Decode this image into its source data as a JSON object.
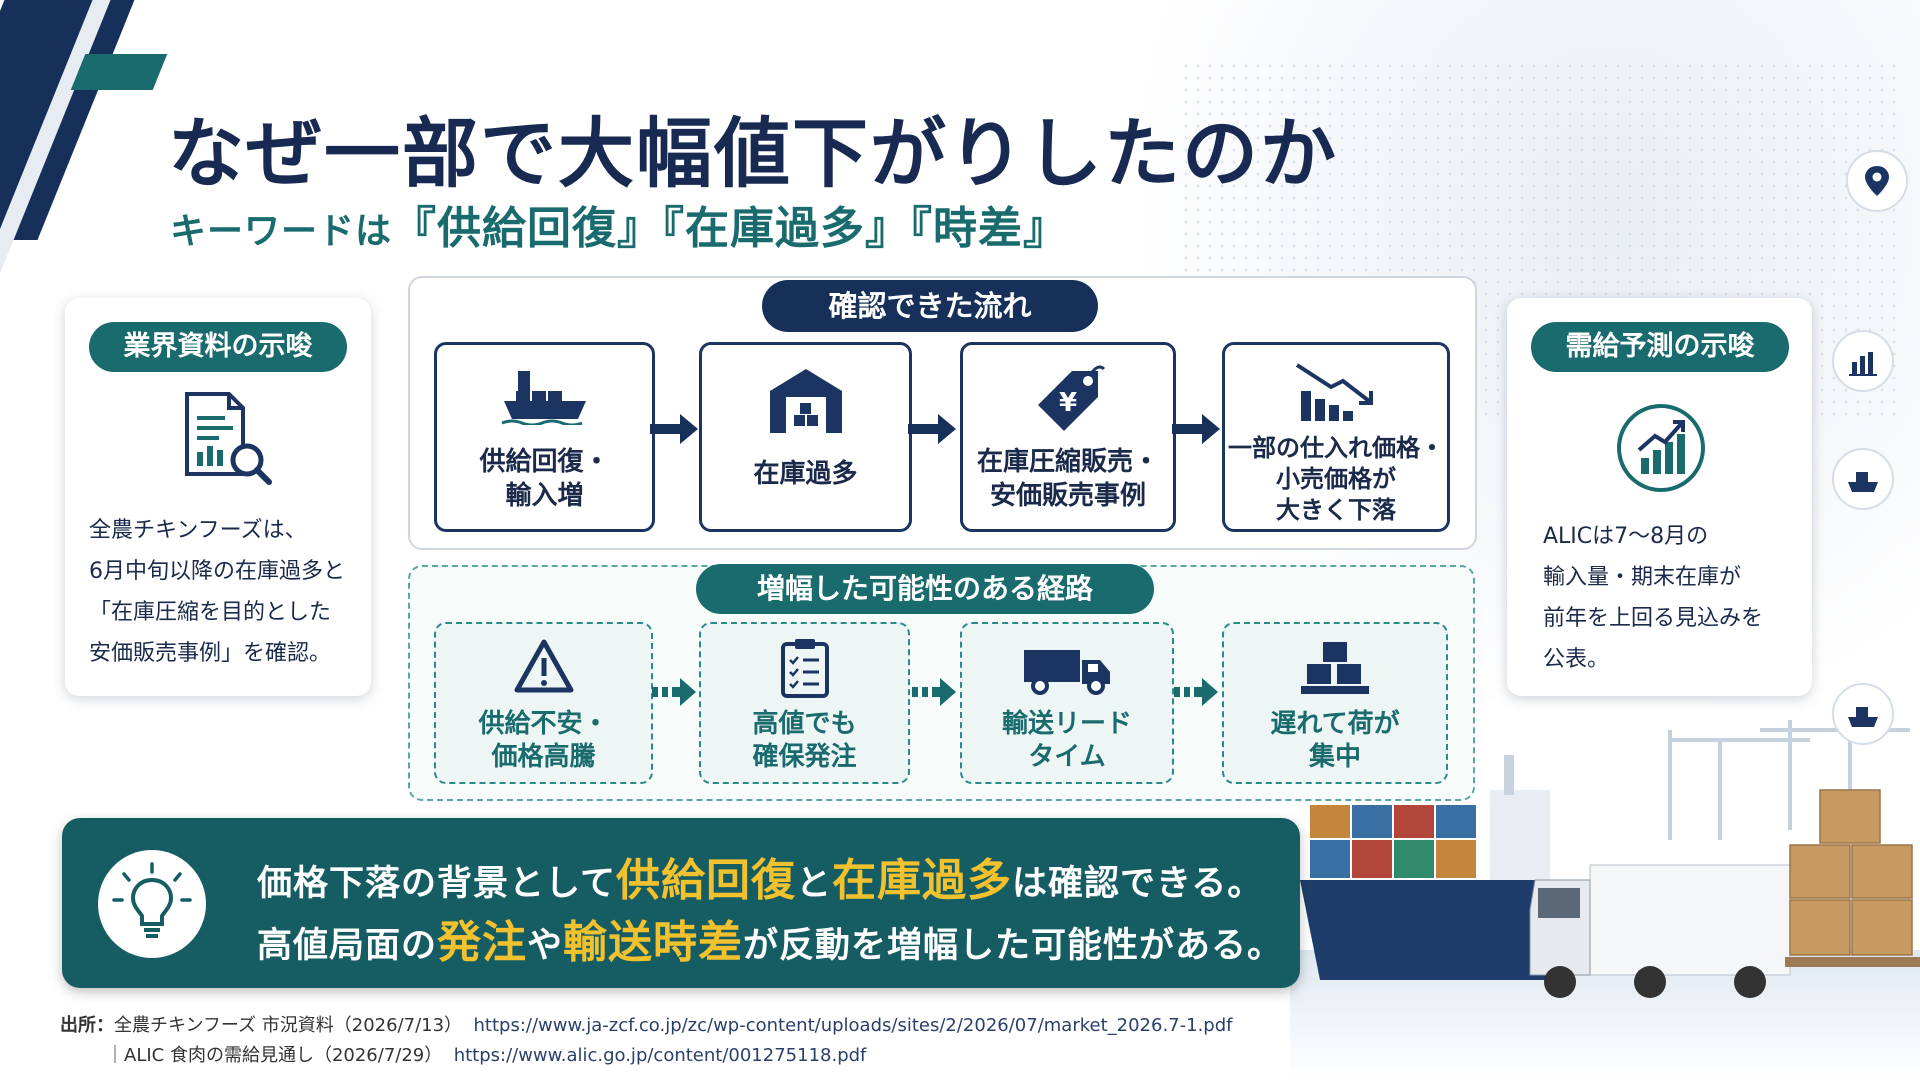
{
  "title": "なぜ一部で大幅値下がりしたのか",
  "subtitle": {
    "prefix": "キーワードは",
    "keywords": "『供給回復』『在庫過多』『時差』"
  },
  "left_card": {
    "heading": "業界資料の示唆",
    "icon": "document-chart-search-icon",
    "lines": [
      "全農チキンフーズは、",
      "6月中旬以降の在庫過多と",
      "「在庫圧縮を目的とした",
      "安価販売事例」を確認。"
    ]
  },
  "right_card": {
    "heading": "需給予測の示唆",
    "icon": "growth-chart-icon",
    "lines": [
      "ALICは7～8月の",
      "輸入量・期末在庫が",
      "前年を上回る見込みを",
      "公表。"
    ]
  },
  "confirmed_flow": {
    "heading": "確認できた流れ",
    "steps": [
      {
        "icon": "cargo-ship-icon",
        "lines": [
          "供給回復・",
          "輸入増"
        ]
      },
      {
        "icon": "warehouse-icon",
        "lines": [
          "在庫過多"
        ]
      },
      {
        "icon": "yen-price-tag-icon",
        "lines": [
          "在庫圧縮販売・",
          "安価販売事例"
        ]
      },
      {
        "icon": "declining-chart-icon",
        "lines": [
          "一部の仕入れ価格・",
          "小売価格が",
          "大きく下落"
        ]
      }
    ]
  },
  "possible_path": {
    "heading": "増幅した可能性のある経路",
    "steps": [
      {
        "icon": "warning-icon",
        "lines": [
          "供給不安・",
          "価格高騰"
        ]
      },
      {
        "icon": "clipboard-checklist-icon",
        "lines": [
          "高値でも",
          "確保発注"
        ]
      },
      {
        "icon": "truck-icon",
        "lines": [
          "輸送リード",
          "タイム"
        ]
      },
      {
        "icon": "stacked-boxes-icon",
        "lines": [
          "遅れて荷が",
          "集中"
        ]
      }
    ]
  },
  "banner": {
    "icon": "lightbulb-icon",
    "line1": {
      "p1": "価格下落の背景として",
      "h1": "供給回復",
      "p2": "と",
      "h2": "在庫過多",
      "p3": "は確認できる。"
    },
    "line2": {
      "p1": "高値局面の",
      "h1": "発注",
      "p2": "や",
      "h2": "輸送時差",
      "p3": "が反動を増幅した可能性がある。"
    }
  },
  "sources": {
    "label": "出所：",
    "line1_text": "全農チキンフーズ 市況資料（2026/7/13）",
    "line1_url": "https://www.ja-zcf.co.jp/zc/wp-content/uploads/sites/2/2026/07/market_2026.7-1.pdf",
    "line2_prefix": "｜",
    "line2_text": "ALIC 食肉の需給見通し（2026/7/29）",
    "line2_url": "https://www.alic.go.jp/content/001275118.pdf"
  },
  "side_icons": [
    "map-pin-icon",
    "bar-chart-icon",
    "ship-icon",
    "ship-icon"
  ],
  "colors": {
    "navy": "#16305a",
    "teal": "#1a6b6e",
    "highlight": "#f2c12e",
    "banner": "#155d62"
  }
}
